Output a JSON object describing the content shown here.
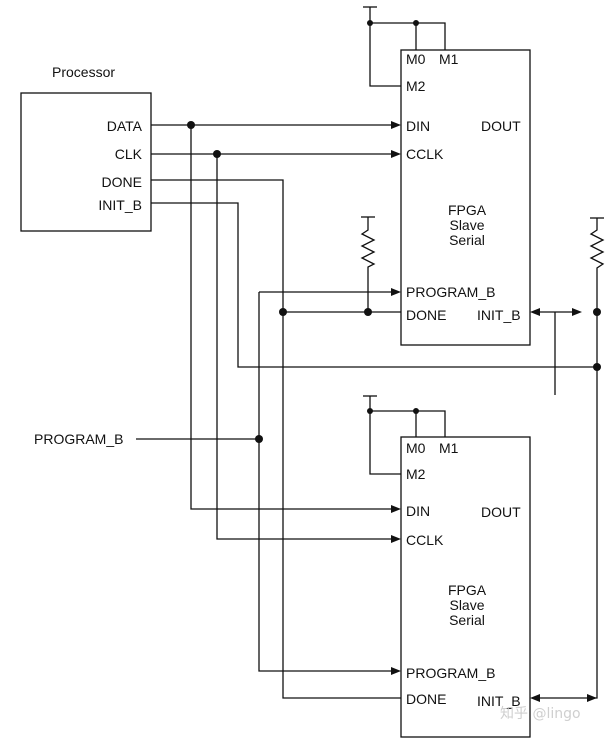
{
  "processor": {
    "title": "Processor",
    "pins": {
      "data": "DATA",
      "clk": "CLK",
      "done": "DONE",
      "init_b": "INIT_B"
    }
  },
  "fpga_top": {
    "m0": "M0",
    "m1": "M1",
    "m2": "M2",
    "din": "DIN",
    "dout": "DOUT",
    "cclk": "CCLK",
    "name_line1": "FPGA",
    "name_line2": "Slave",
    "name_line3": "Serial",
    "program_b": "PROGRAM_B",
    "done": "DONE",
    "init_b": "INIT_B"
  },
  "fpga_bottom": {
    "m0": "M0",
    "m1": "M1",
    "m2": "M2",
    "din": "DIN",
    "dout": "DOUT",
    "cclk": "CCLK",
    "name_line1": "FPGA",
    "name_line2": "Slave",
    "name_line3": "Serial",
    "program_b": "PROGRAM_B",
    "done": "DONE",
    "init_b": "INIT_B"
  },
  "external": {
    "program_b": "PROGRAM_B"
  },
  "watermark": "知乎 @lingo"
}
